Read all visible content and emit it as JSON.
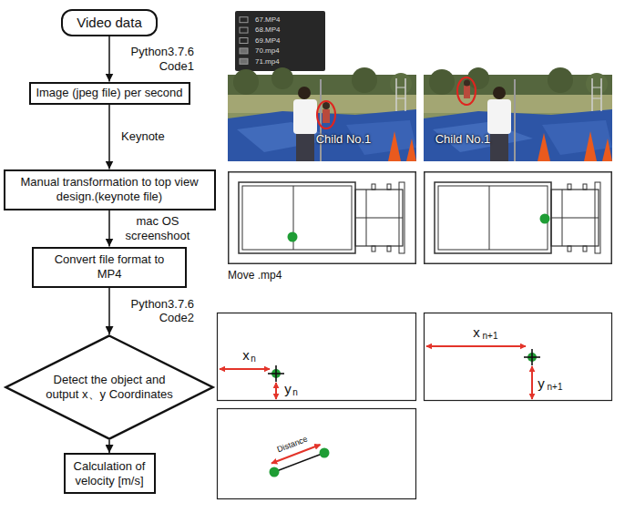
{
  "diagram": {
    "nodes": [
      {
        "text": [
          "Video data"
        ]
      },
      {
        "text": [
          "Image (jpeg file) per second"
        ]
      },
      {
        "text": [
          "Manual transformation to top view design.(keynote file)"
        ]
      },
      {
        "text": [
          "Convert file format to MP4"
        ]
      },
      {
        "text": [
          "Detect the object and output x、y Coordinates"
        ]
      },
      {
        "text": [
          "Calculation of velocity [m/s]"
        ]
      },
      {
        "text": [
          "67.MP4",
          "68.MP4",
          "69.MP4",
          "70.mp4",
          "71.mp4"
        ]
      },
      {
        "text": [
          "Child No.1"
        ]
      },
      {
        "text": [
          "Child No.1"
        ]
      },
      {
        "text": [
          "x",
          "n",
          "y",
          "n"
        ]
      },
      {
        "text": [
          "x",
          "n+1",
          "y",
          "n+1"
        ]
      },
      {
        "text": [
          "Distance"
        ]
      }
    ],
    "edges": [
      {
        "from": 0,
        "to": 1,
        "arrow": "to",
        "label": "Python3.7.6 Code1"
      },
      {
        "from": 1,
        "to": 2,
        "arrow": "to",
        "label": "Keynote"
      },
      {
        "from": 2,
        "to": 3,
        "arrow": "to",
        "label": "mac OS screenshoot"
      },
      {
        "from": 3,
        "to": 4,
        "arrow": "to",
        "label": "Python3.7.6 Code2"
      },
      {
        "from": 4,
        "to": 5,
        "arrow": "to"
      }
    ],
    "labels": [
      "Move .mp4"
    ]
  }
}
